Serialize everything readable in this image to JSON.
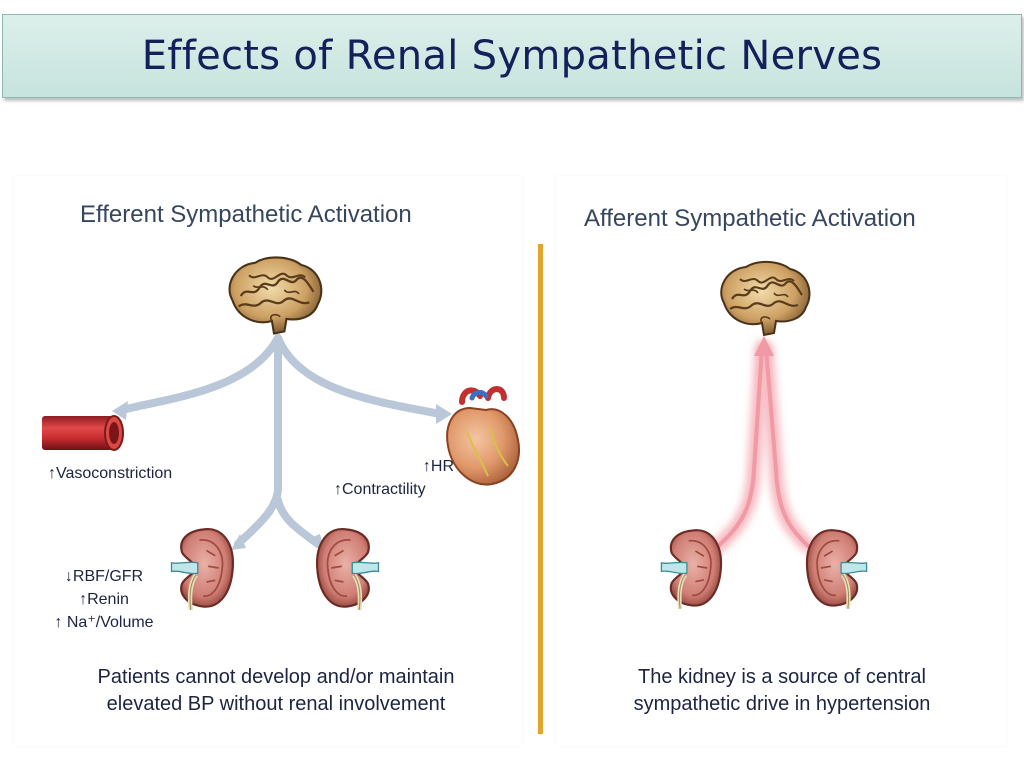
{
  "slide": {
    "title": "Effects of Renal Sympathetic Nerves"
  },
  "left_panel": {
    "heading": "Efferent Sympathetic Activation",
    "vessel_label": "↑Vasoconstriction",
    "heart_labels": [
      "↑HR",
      "↑Contractility"
    ],
    "kidney_labels": [
      "↓RBF/GFR",
      "↑Renin",
      "↑ Na⁺/Volume"
    ],
    "caption_lines": [
      "Patients cannot develop and/or maintain",
      "elevated BP without renal involvement"
    ]
  },
  "right_panel": {
    "heading": "Afferent Sympathetic Activation",
    "caption_lines": [
      "The kidney is a source of central",
      "sympathetic drive in hypertension"
    ]
  },
  "colors": {
    "title_text": "#14205a",
    "divider": "#e2a52a",
    "efferent_arrow": "#b9c7d8",
    "afferent_arrow": "#f4a3ad"
  }
}
